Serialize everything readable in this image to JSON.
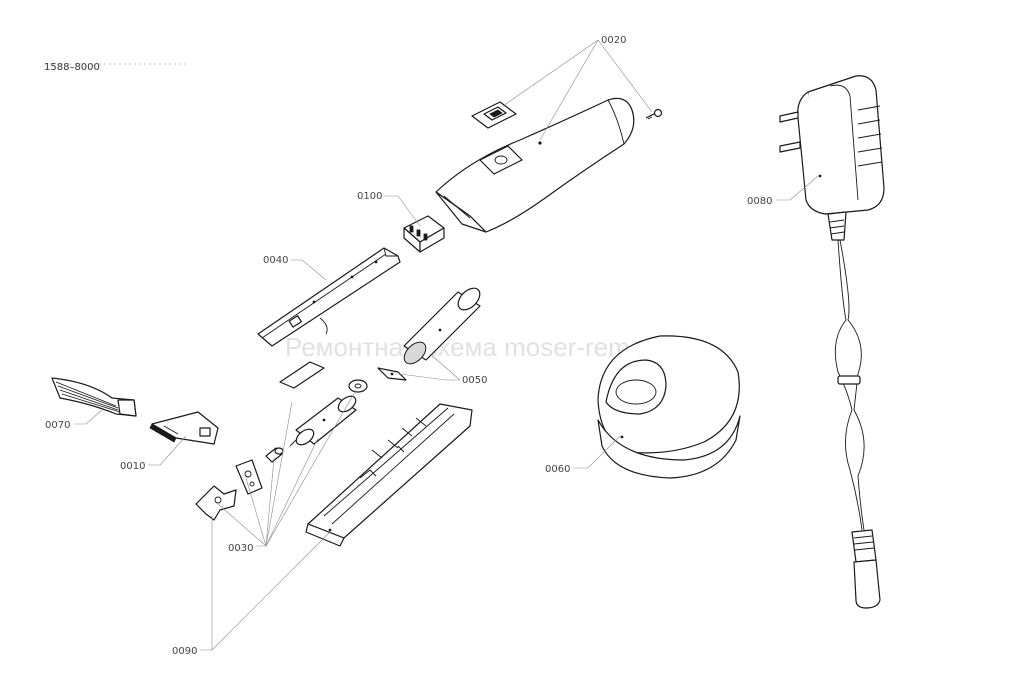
{
  "diagram": {
    "model_number": "1588–8000",
    "watermark": "Ремонтная схема moser-remont.ru",
    "callouts": [
      {
        "id": "0020",
        "label": "0020"
      },
      {
        "id": "0100",
        "label": "0100"
      },
      {
        "id": "0040",
        "label": "0040"
      },
      {
        "id": "0050",
        "label": "0050"
      },
      {
        "id": "0070",
        "label": "0070"
      },
      {
        "id": "0010",
        "label": "0010"
      },
      {
        "id": "0030",
        "label": "0030"
      },
      {
        "id": "0090",
        "label": "0090"
      },
      {
        "id": "0060",
        "label": "0060"
      },
      {
        "id": "0080",
        "label": "0080"
      }
    ]
  }
}
